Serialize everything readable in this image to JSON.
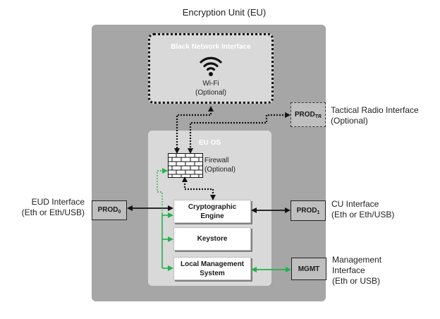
{
  "title": "Encryption Unit (EU)",
  "black_network": {
    "title": "Black Network Interface",
    "icon": "wifi-icon",
    "label_line1": "Wi-Fi",
    "label_line2": "(Optional)"
  },
  "eu_os": {
    "title": "EU OS",
    "firewall": {
      "icon": "firewall-brick-icon",
      "label_line1": "Firewall",
      "label_line2": "(Optional)"
    },
    "modules": [
      {
        "line1": "Cryptographic",
        "line2": "Engine"
      },
      {
        "line1": "Keystore",
        "line2": ""
      },
      {
        "line1": "Local Management",
        "line2": "System"
      }
    ]
  },
  "ports": {
    "prod0": {
      "base": "PROD",
      "sub": "0"
    },
    "prod1": {
      "base": "PROD",
      "sub": "1"
    },
    "prodtr": {
      "base": "PROD",
      "sub": "TR"
    },
    "mgmt": {
      "base": "MGMT",
      "sub": ""
    }
  },
  "external_labels": {
    "eud": {
      "line1": "EUD Interface",
      "line2": "(Eth or Eth/USB)"
    },
    "cu": {
      "line1": "CU Interface",
      "line2": "(Eth or Eth/USB)"
    },
    "tactical": {
      "line1": "Tactical Radio Interface",
      "line2": "(Optional)"
    },
    "management": {
      "line1": "Management",
      "line2": "Interface",
      "line3": "(Eth or USB)"
    }
  },
  "colors": {
    "outer_box": "#a6a6a6",
    "inner_box": "#d9d9d9",
    "port_fill": "#bfbfbf",
    "management_link": "#22b24c",
    "data_link": "#111111"
  }
}
